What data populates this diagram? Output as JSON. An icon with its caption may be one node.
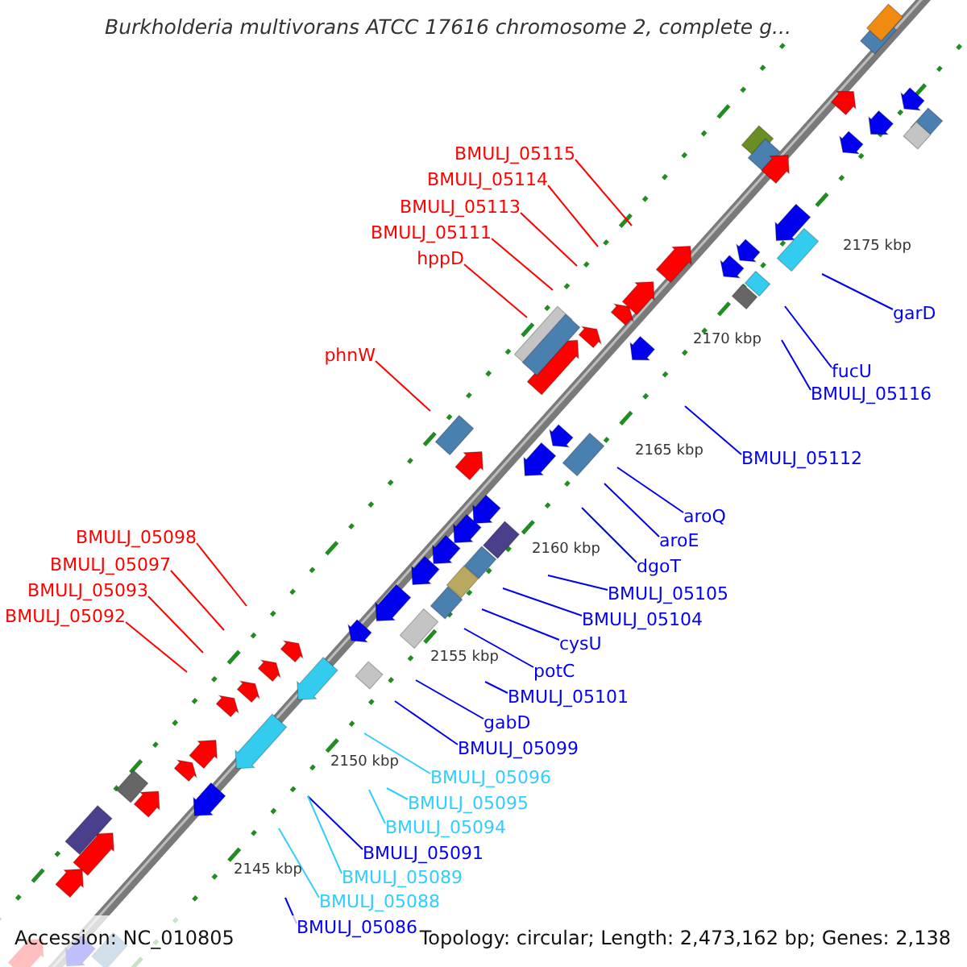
{
  "diagram": {
    "title": "Burkholderia multivorans ATCC 17616 chromosome 2, complete g...",
    "nodes": [
      {
        "text": [
          "BMULJ_05115"
        ]
      },
      {
        "text": [
          "BMULJ_05114"
        ]
      },
      {
        "text": [
          "BMULJ_05113"
        ]
      },
      {
        "text": [
          "BMULJ_05111"
        ]
      },
      {
        "text": [
          "hppD"
        ]
      },
      {
        "text": [
          "phnW"
        ]
      },
      {
        "text": [
          "BMULJ_05098"
        ]
      },
      {
        "text": [
          "BMULJ_05097"
        ]
      },
      {
        "text": [
          "BMULJ_05093"
        ]
      },
      {
        "text": [
          "BMULJ_05092"
        ]
      },
      {
        "text": [
          "garD"
        ]
      },
      {
        "text": [
          "fucU"
        ]
      },
      {
        "text": [
          "BMULJ_05116"
        ]
      },
      {
        "text": [
          "BMULJ_05112"
        ]
      },
      {
        "text": [
          "aroQ"
        ]
      },
      {
        "text": [
          "aroE"
        ]
      },
      {
        "text": [
          "dgoT"
        ]
      },
      {
        "text": [
          "BMULJ_05105"
        ]
      },
      {
        "text": [
          "BMULJ_05104"
        ]
      },
      {
        "text": [
          "cysU"
        ]
      },
      {
        "text": [
          "potC"
        ]
      },
      {
        "text": [
          "BMULJ_05101"
        ]
      },
      {
        "text": [
          "gabD"
        ]
      },
      {
        "text": [
          "BMULJ_05099"
        ]
      },
      {
        "text": [
          "BMULJ_05096"
        ]
      },
      {
        "text": [
          "BMULJ_05095"
        ]
      },
      {
        "text": [
          "BMULJ_05094"
        ]
      },
      {
        "text": [
          "BMULJ_05091"
        ]
      },
      {
        "text": [
          "BMULJ_05089"
        ]
      },
      {
        "text": [
          "BMULJ_05088"
        ]
      },
      {
        "text": [
          "BMULJ_05086"
        ]
      }
    ],
    "edges": [
      {
        "from": 0,
        "to": null,
        "arrow": "none",
        "color": "#ff0000"
      },
      {
        "from": 1,
        "to": null,
        "arrow": "none",
        "color": "#ff0000"
      },
      {
        "from": 2,
        "to": null,
        "arrow": "none",
        "color": "#ff0000"
      },
      {
        "from": 3,
        "to": null,
        "arrow": "none",
        "color": "#ff0000"
      },
      {
        "from": 4,
        "to": null,
        "arrow": "none",
        "color": "#ff0000"
      },
      {
        "from": 5,
        "to": null,
        "arrow": "none",
        "color": "#ff0000"
      },
      {
        "from": 6,
        "to": null,
        "arrow": "none",
        "color": "#ff0000"
      },
      {
        "from": 7,
        "to": null,
        "arrow": "none",
        "color": "#ff0000"
      },
      {
        "from": 8,
        "to": null,
        "arrow": "none",
        "color": "#ff0000"
      },
      {
        "from": 9,
        "to": null,
        "arrow": "none",
        "color": "#ff0000"
      },
      {
        "from": 10,
        "to": null,
        "arrow": "none"
      },
      {
        "from": 11,
        "to": null,
        "arrow": "none"
      },
      {
        "from": 12,
        "to": null,
        "arrow": "none"
      },
      {
        "from": 13,
        "to": null,
        "arrow": "none"
      },
      {
        "from": 14,
        "to": null,
        "arrow": "none"
      },
      {
        "from": 15,
        "to": null,
        "arrow": "none"
      },
      {
        "from": 16,
        "to": null,
        "arrow": "none"
      },
      {
        "from": 17,
        "to": null,
        "arrow": "none"
      },
      {
        "from": 18,
        "to": null,
        "arrow": "none"
      },
      {
        "from": 19,
        "to": null,
        "arrow": "none"
      },
      {
        "from": 20,
        "to": null,
        "arrow": "none"
      },
      {
        "from": 21,
        "to": null,
        "arrow": "none"
      },
      {
        "from": 22,
        "to": null,
        "arrow": "none"
      },
      {
        "from": 23,
        "to": null,
        "arrow": "none"
      },
      {
        "from": 24,
        "to": null,
        "arrow": "none",
        "color": "#33ccff"
      },
      {
        "from": 25,
        "to": null,
        "arrow": "none",
        "color": "#33ccff"
      },
      {
        "from": 26,
        "to": null,
        "arrow": "none",
        "color": "#33ccff"
      },
      {
        "from": 27,
        "to": null,
        "arrow": "none"
      },
      {
        "from": 28,
        "to": null,
        "arrow": "none",
        "color": "#33ccff"
      },
      {
        "from": 29,
        "to": null,
        "arrow": "none",
        "color": "#33ccff"
      },
      {
        "from": 30,
        "to": null,
        "arrow": "none"
      }
    ],
    "labels": [
      "2175 kbp",
      "2170 kbp",
      "2165 kbp",
      "2160 kbp",
      "2155 kbp",
      "2150 kbp",
      "2145 kbp",
      "Accession: NC_010805",
      "Topology: circular; Length: 2,473,162 bp; Genes: 2,138"
    ]
  }
}
